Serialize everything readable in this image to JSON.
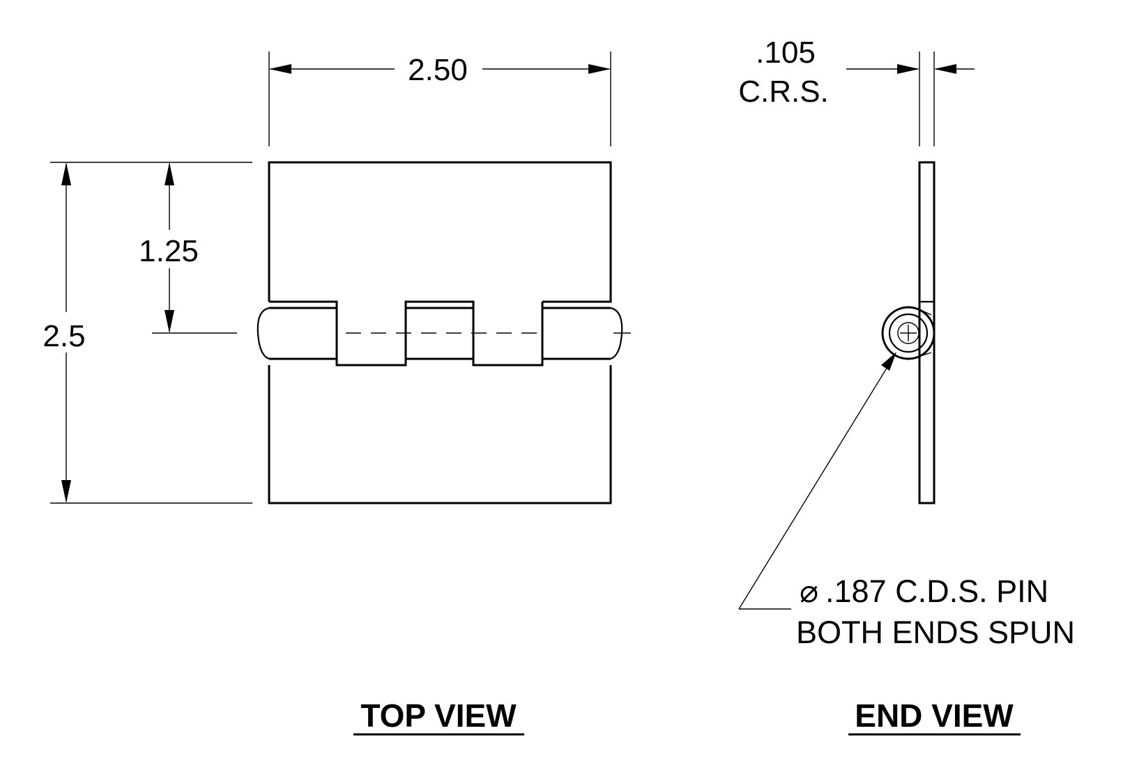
{
  "dimensions": {
    "width": "2.50",
    "height": "2.5",
    "half_height": "1.25",
    "thickness_value": ".105",
    "thickness_material": "C.R.S."
  },
  "pin_note": {
    "diameter_symbol": "⌀",
    "line1": ".187 C.D.S. PIN",
    "line2": "BOTH ENDS SPUN"
  },
  "views": {
    "top": "TOP VIEW",
    "end": "END VIEW"
  },
  "colors": {
    "line": "#000000",
    "background": "#ffffff"
  }
}
